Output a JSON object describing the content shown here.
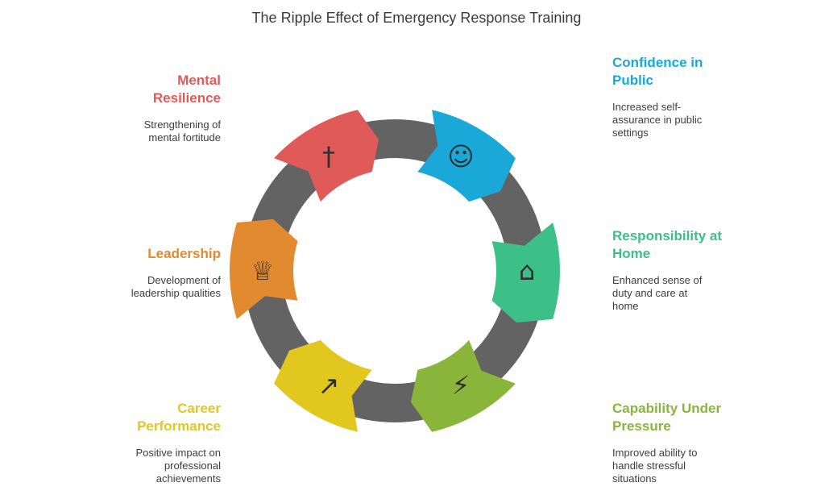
{
  "title": "The Ripple Effect of Emergency Response Training",
  "items": [
    {
      "heading": "Confidence in Public",
      "description": "Increased self-assurance in public settings",
      "color": "#1aa8d8",
      "icon": "person-in-spotlight-icon"
    },
    {
      "heading": "Responsibility at Home",
      "description": "Enhanced sense of duty and care at home",
      "color": "#3dbf88",
      "icon": "house-and-caregiver-icon"
    },
    {
      "heading": "Capability Under Pressure",
      "description": "Improved ability to handle stressful situations",
      "color": "#88b53a",
      "icon": "person-lightning-icon"
    },
    {
      "heading": "Career Performance",
      "description": "Positive impact on professional achievements",
      "color": "#e2c81e",
      "icon": "person-growth-arrow-icon"
    },
    {
      "heading": "Leadership",
      "description": "Development of leadership qualities",
      "color": "#e28a2f",
      "icon": "leader-pagoda-icon"
    },
    {
      "heading": "Mental Resilience",
      "description": "Strengthening of mental fortitude",
      "color": "#e05a5a",
      "icon": "mind-pillar-icon"
    }
  ],
  "ring_color": "#636363"
}
